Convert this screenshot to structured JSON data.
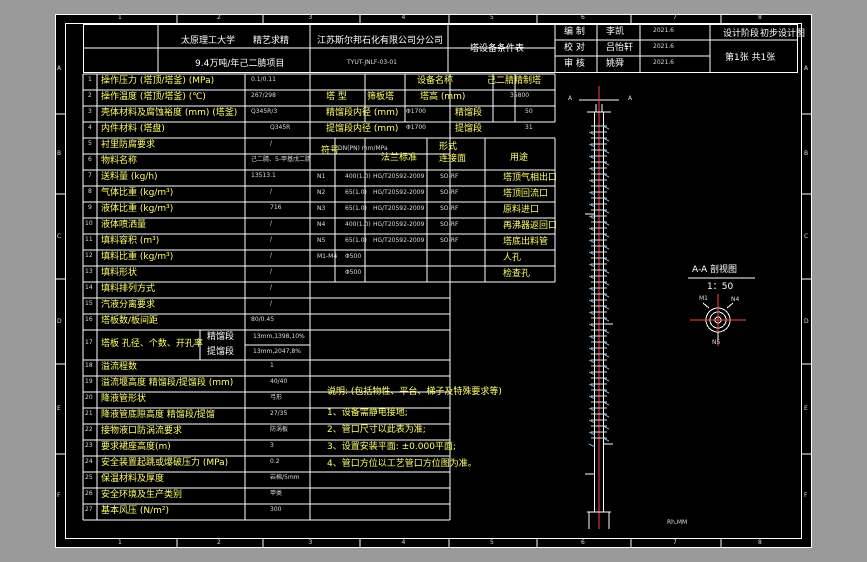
{
  "border": {
    "cols": [
      "1",
      "2",
      "3",
      "4",
      "5",
      "6",
      "7",
      "8"
    ],
    "rows": [
      "A",
      "B",
      "C",
      "D",
      "E",
      "F"
    ]
  },
  "header": {
    "school": "太原理工大学",
    "sub": "精艺求精",
    "company": "江苏斯尔邦石化有限公司分公司",
    "project": "9.4万吨/年己二腈项目",
    "drawing_no": "TYUT-JNLF-03-01",
    "title": "塔设备条件表",
    "rev": [
      {
        "k": "编 制",
        "n": "李凯",
        "d": "2021.6"
      },
      {
        "k": "校 对",
        "n": "吕怡轩",
        "d": "2021.6"
      },
      {
        "k": "审 核",
        "n": "姚舜",
        "d": "2021.6"
      }
    ],
    "stage_k": "设计阶段",
    "stage_v": "初步设计图",
    "sheet": "第1张 共1张"
  },
  "rows": [
    {
      "n": "1",
      "l": "操作压力 (塔顶/塔釜) (MPa)",
      "v": "0.1/0.11"
    },
    {
      "n": "2",
      "l": "操作温度 (塔顶/塔釜) (℃)",
      "v": "267/298"
    },
    {
      "n": "3",
      "l": "壳体材料及腐蚀裕度 (mm) (塔釜)",
      "v": "Q345R/3"
    },
    {
      "n": "4",
      "l": "内件材料 (塔盘)",
      "v": "Q345R"
    },
    {
      "n": "5",
      "l": "衬里防腐要求",
      "v": "/"
    },
    {
      "n": "6",
      "l": "物料名称",
      "v": "己二腈、5-甲基戊二腈"
    },
    {
      "n": "7",
      "l": "送料量 (kg/h)",
      "v": "13513.1"
    },
    {
      "n": "8",
      "l": "气体比重 (kg/m³)",
      "v": "/"
    },
    {
      "n": "9",
      "l": "液体比重 (kg/m³)",
      "v": "716"
    },
    {
      "n": "10",
      "l": "液体喷洒量",
      "v": "/"
    },
    {
      "n": "11",
      "l": "填料容积 (m³)",
      "v": "/"
    },
    {
      "n": "12",
      "l": "填料比重 (kg/m³)",
      "v": "/"
    },
    {
      "n": "13",
      "l": "填料形状",
      "v": "/"
    },
    {
      "n": "14",
      "l": "填料排列方式",
      "v": "/"
    },
    {
      "n": "15",
      "l": "汽液分离要求",
      "v": "/"
    },
    {
      "n": "16",
      "l": "塔板数/板间距",
      "v": "80/0.45"
    },
    {
      "n": "17",
      "l": "塔板 孔径、个数、开孔率",
      "v": ""
    },
    {
      "n": "18",
      "l": "溢流程数",
      "v": "1"
    },
    {
      "n": "19",
      "l": "溢流堰高度 精馏段/提馏段 (mm)",
      "v": "40/40"
    },
    {
      "n": "20",
      "l": "降液管形状",
      "v": "弓形"
    },
    {
      "n": "21",
      "l": "降液管底隙高度 精馏段/提馏",
      "v": "27/35"
    },
    {
      "n": "22",
      "l": "接物液口防涡流要求",
      "v": "防涡板"
    },
    {
      "n": "23",
      "l": "要求裙座高度(m)",
      "v": "3"
    },
    {
      "n": "24",
      "l": "安全装置起跳或爆破压力 (MPa)",
      "v": "0.2"
    },
    {
      "n": "25",
      "l": "保温材料及厚度",
      "v": "岩棉/5mm"
    },
    {
      "n": "26",
      "l": "安全环境及生产类别",
      "v": "甲类"
    },
    {
      "n": "27",
      "l": "基本风压 (N/m²)",
      "v": "300"
    }
  ],
  "tray17": {
    "a": "精馏段",
    "b": "提馏段",
    "av": "13mm,1398,10%",
    "bv": "13mm,2047,8%"
  },
  "info": {
    "k1": "设备名称",
    "v1": "己二腈精制塔",
    "k2": "塔 型",
    "v2": "筛板塔",
    "k3": "塔高 (mm)",
    "v3": "35800",
    "k4": "精馏段内径 (mm)",
    "v4": "Φ1700",
    "k5": "精馏段",
    "v5": "50",
    "k6": "提馏段内径 (mm)",
    "v6": "Φ1700",
    "k7": "提馏段",
    "v7": "31"
  },
  "nozzle_head": {
    "sym": "符号",
    "dn": "DN(PN) mm/MPa",
    "std": "法兰标准",
    "face": "连接面",
    "use": "用途",
    "face_top": "形式"
  },
  "nozzles": [
    {
      "s": "N1",
      "dn": "400(1.0)",
      "std": "HG/T20592-2009",
      "f": "SO-RF",
      "u": "塔顶气相出口"
    },
    {
      "s": "N2",
      "dn": "65(1.0)",
      "std": "HG/T20592-2009",
      "f": "SO-RF",
      "u": "塔顶回流口"
    },
    {
      "s": "N3",
      "dn": "65(1.0)",
      "std": "HG/T20592-2009",
      "f": "SO-RF",
      "u": "原料进口"
    },
    {
      "s": "N4",
      "dn": "400(1.0)",
      "std": "HG/T20592-2009",
      "f": "SO-RF",
      "u": "再沸器返回口"
    },
    {
      "s": "N5",
      "dn": "65(1.0)",
      "std": "HG/T20592-2009",
      "f": "SO-RF",
      "u": "塔底出料管"
    },
    {
      "s": "M1-M4",
      "dn": "Φ500",
      "std": "",
      "f": "",
      "u": "人孔"
    },
    {
      "s": "",
      "dn": "Φ500",
      "std": "",
      "f": "",
      "u": "检查孔"
    }
  ],
  "notes": {
    "title": "说明: (包括物性、平台、梯子及特殊要求等)",
    "items": [
      "1、设备需静电接地;",
      "2、管口尺寸以此表为准;",
      "3、设置安装平面: ±0.000平面;",
      "4、管口方位以工艺管口方位图为准。"
    ]
  },
  "view": {
    "title": "A-A 剖视图",
    "scale": "1：50",
    "mark_a": "A",
    "m1": "M1",
    "n4": "N4",
    "n5": "N5"
  },
  "bottom": "Rh,MM"
}
